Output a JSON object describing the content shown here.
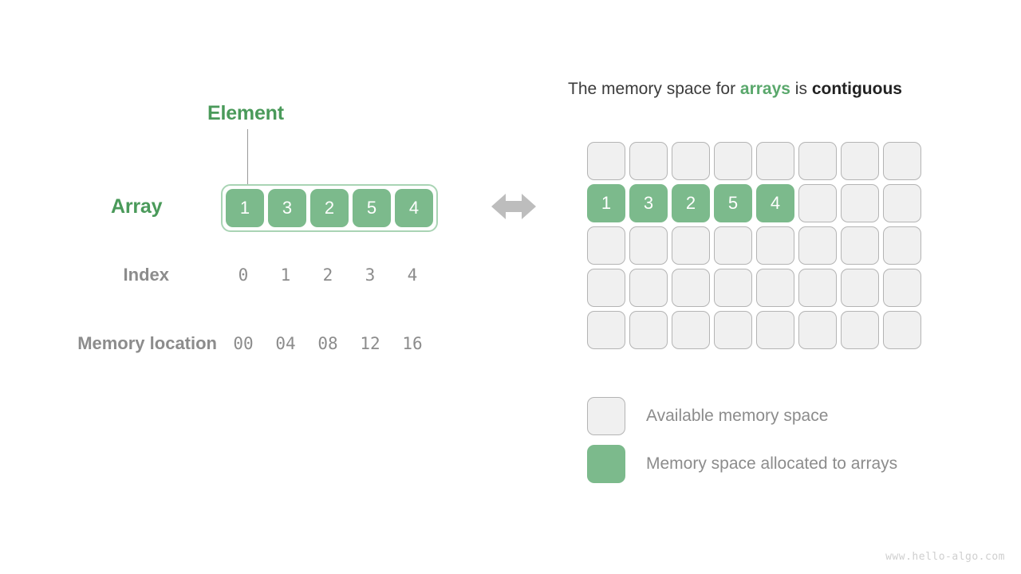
{
  "left": {
    "element_label": "Element",
    "array_label": "Array",
    "index_label": "Index",
    "memory_location_label": "Memory location",
    "array_values": [
      "1",
      "3",
      "2",
      "5",
      "4"
    ],
    "index_values": [
      "0",
      "1",
      "2",
      "3",
      "4"
    ],
    "memory_locations": [
      "00",
      "04",
      "08",
      "12",
      "16"
    ],
    "arrow_icon": "double-arrow-horizontal-icon"
  },
  "right": {
    "title": {
      "part1": "The memory space for ",
      "keyword_green": "arrays",
      "part2": " is ",
      "keyword_dark": "contiguous"
    },
    "grid": {
      "columns": 8,
      "rows": 5,
      "used_row_index": 1,
      "used_values": [
        "1",
        "3",
        "2",
        "5",
        "4"
      ]
    },
    "legend": [
      {
        "swatch": "free",
        "text": "Available memory space"
      },
      {
        "swatch": "used",
        "text": "Memory space allocated to arrays"
      }
    ]
  },
  "watermark": "www.hello-algo.com",
  "colors": {
    "green_fill": "#7cba8c",
    "green_text": "#4a9a5a",
    "green_border": "#a9d4b4",
    "gray_text": "#8c8c8c",
    "free_cell": "#f0f0f0",
    "free_cell_border": "#b4b4b4",
    "dark_text": "#3b3b3b"
  }
}
